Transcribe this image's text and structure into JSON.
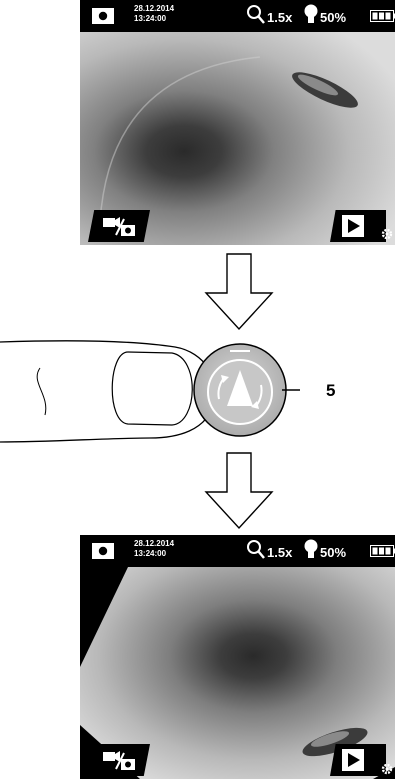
{
  "screen_top": {
    "date": "28.12.2014",
    "time": "13:24:00",
    "zoom": "1.5x",
    "light": "50%",
    "icons": {
      "camera": "camera-icon",
      "zoom": "magnifier-icon",
      "light": "bulb-icon",
      "battery": "battery-icon",
      "mode": "video-photo-icon",
      "play": "play-icon",
      "settings": "gear-icon"
    }
  },
  "screen_bottom": {
    "date": "28.12.2014",
    "time": "13:24:00",
    "zoom": "1.5x",
    "light": "50%"
  },
  "callout": {
    "number": "5"
  },
  "colors": {
    "bar": "#000000",
    "feed_mid": "#9a9a9a",
    "button_face": "#c4c4c4"
  }
}
